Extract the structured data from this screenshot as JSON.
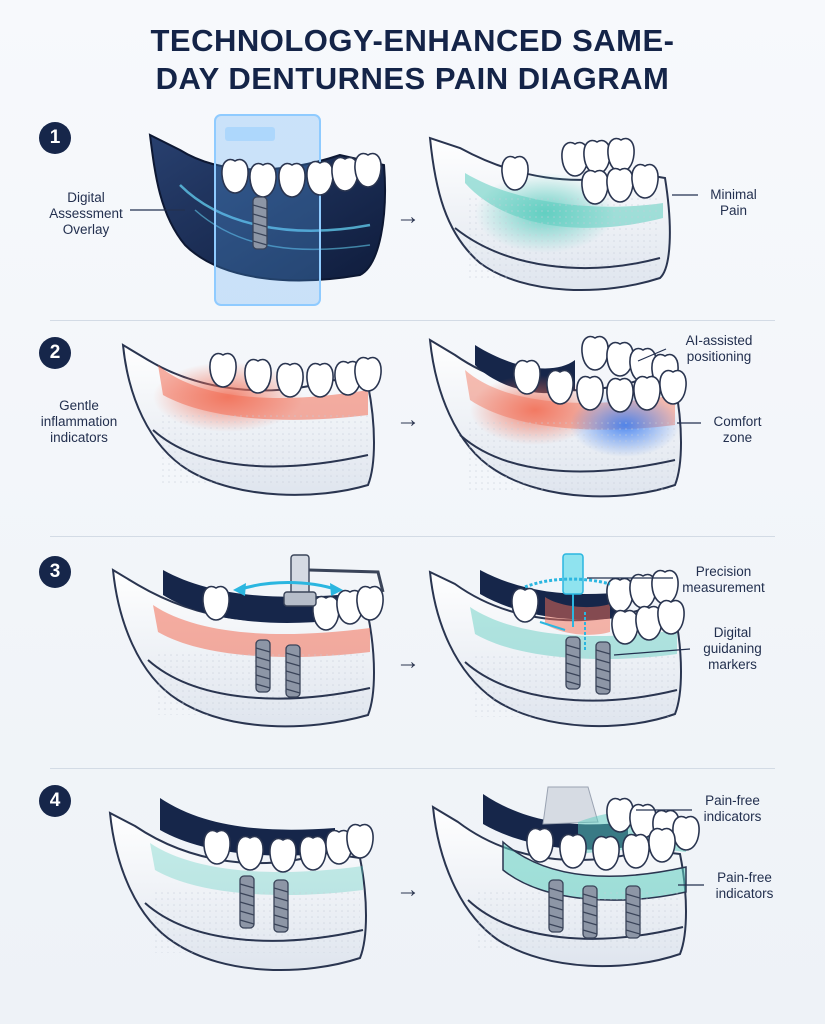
{
  "title": {
    "line1": "TECHNOLOGY-ENHANCED SAME-",
    "line2": "DAY DENTURNES PAIN DIAGRAM"
  },
  "colors": {
    "navy": "#16264a",
    "teal": "#5ccdbf",
    "inflammation": "#f26e55",
    "comfort_blue": "#4c8ef2",
    "bone": "#f4f6f9"
  },
  "arrow_glyph": "→",
  "steps": [
    {
      "number": "1",
      "callouts": [
        {
          "text": "Digital Assessment Overlay"
        },
        {
          "text": "Minimal Pain"
        }
      ]
    },
    {
      "number": "2",
      "callouts": [
        {
          "text": "Gentle inflammation indicators"
        },
        {
          "text": "AI-assisted positioning"
        },
        {
          "text": "Comfort zone"
        }
      ]
    },
    {
      "number": "3",
      "callouts": [
        {
          "text": "Precision measurement"
        },
        {
          "text": "Digital guidaning markers"
        }
      ]
    },
    {
      "number": "4",
      "callouts": [
        {
          "text": "Pain-free indicators"
        },
        {
          "text": "Pain-free indicators"
        }
      ]
    }
  ]
}
